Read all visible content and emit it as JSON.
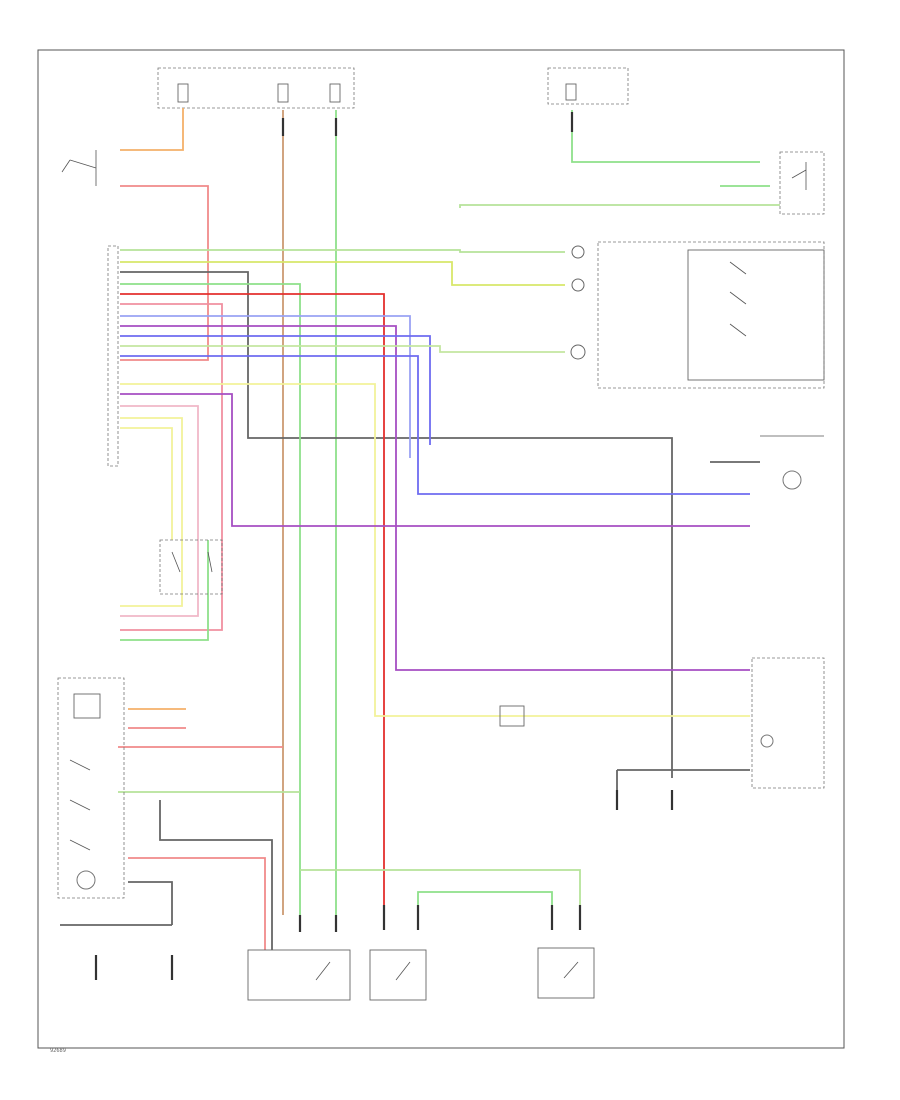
{
  "figure_id": "92689",
  "wire_colors": {
    "RED/YEL": "#f4b06a",
    "RED/GRN": "#f08a8a",
    "GRN/WHT": "#b6e39a",
    "YEL/GRN": "#d8e76a",
    "BLK": "#666666",
    "BRN/WHT": "#cc9a72",
    "PNK/BLK": "#f0a0b8",
    "BLU/YEL": "#9aa2f4",
    "BLU/RED": "#b8a8f0",
    "BLU": "#6e6cf0",
    "BLU/BLK": "#9b9bd8",
    "YEL": "#f2f29a",
    "VIO/RED": "#a64fc2",
    "PNK/WHT": "#f0b8c8",
    "PNK": "#f090a0",
    "GRN": "#8ee08a",
    "WHT/YEL": "#c4e6a0"
  },
  "icons": [
    "ground-symbol",
    "switch-contact",
    "fuse",
    "relay-coil",
    "lamp",
    "connector"
  ]
}
